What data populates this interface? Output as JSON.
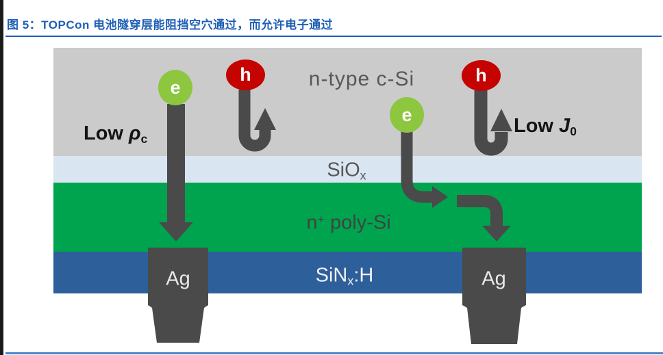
{
  "header": {
    "title": "图 5：TOPCon 电池隧穿层能阻挡空穴通过，而允许电子通过"
  },
  "accent_colors": {
    "title_blue": "#1E5FB5",
    "bottom_rule_blue": "#4A86C8",
    "layer_gray": "#CBCBCB",
    "layer_light_blue": "#D9E5F1",
    "layer_green": "#00A44F",
    "layer_dark_blue": "#2D5F9B",
    "arrow_contact_gray": "#4A4A4A",
    "electron_green": "#8DC63F",
    "hole_red": "#C50300"
  },
  "diagram": {
    "carriers": {
      "electron_label": "e",
      "hole_label": "h"
    },
    "layers": {
      "n_type": {
        "label": "n-type c-Si"
      },
      "siox": {
        "base": "SiO",
        "subscript": "x"
      },
      "poly": {
        "base": "n",
        "superscript": "+",
        "rest": " poly-Si"
      },
      "sinx": {
        "base": "SiN",
        "subscript": "x",
        "rest": ":H"
      }
    },
    "annotations": {
      "low_rho": {
        "prefix": "Low ",
        "symbol": "ρ",
        "subscript": "c"
      },
      "low_j": {
        "prefix": "Low ",
        "symbol": "J",
        "subscript": "0"
      }
    },
    "contacts": {
      "left_label": "Ag",
      "right_label": "Ag"
    }
  }
}
